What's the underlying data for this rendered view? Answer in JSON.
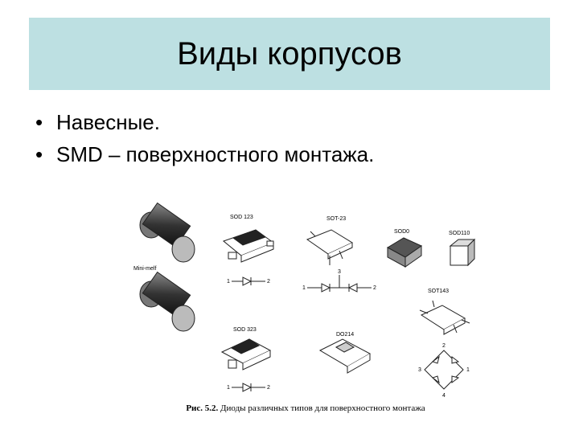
{
  "colors": {
    "title_band": "#bde0e2",
    "line": "#222222"
  },
  "slide": {
    "title": "Виды корпусов",
    "bullets": [
      {
        "marker": "•",
        "text": "Навесные."
      },
      {
        "marker": "•",
        "text": "SMD – поверхностного монтажа."
      }
    ]
  },
  "figure": {
    "labels": {
      "minimelf": "Mini-melf",
      "sod123": "SOD 123",
      "sot23": "SOT-23",
      "sod0": "SOD0",
      "sod110": "SOD110",
      "sot143": "SOT143",
      "sod323": "SOD 323",
      "do214": "DO214"
    },
    "pins": {
      "p1": "1",
      "p2": "2",
      "p3": "3",
      "p4": "4"
    },
    "caption_prefix": "Рис. 5.2.",
    "caption_text": "Диоды различных типов для поверхностного монтажа"
  }
}
